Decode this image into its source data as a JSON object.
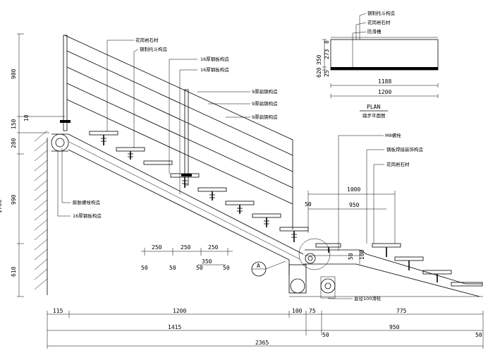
{
  "plan_view": {
    "title": "PLAN",
    "subtitle": "踏步平面图",
    "labels": [
      "钢制托斗构造",
      "花岗岩石材",
      "防滑槽"
    ],
    "dims_vertical": [
      "350",
      "8",
      "273",
      "620",
      "25"
    ],
    "dims_horizontal": [
      "1188",
      "1200"
    ]
  },
  "callouts": {
    "top": [
      "花岗岩石材",
      "钢制托斗构造",
      "16厚钢板构造",
      "16厚钢板构造",
      "9厚扁钢构造",
      "9厚扁钢构造",
      "9厚扁钢构造"
    ],
    "left_low": [
      "膨胀螺栓构造",
      "16厚钢板构造"
    ],
    "right": [
      "M8螺栓",
      "钢板焊接装饰构造",
      "花岗岩石材"
    ],
    "bottom": "直径100滑轮"
  },
  "left_dims": [
    "900",
    "150",
    "10",
    "280",
    "990",
    "610"
  ],
  "left_total": "1700",
  "mid_dims": [
    "250",
    "250",
    "250",
    "350"
  ],
  "mid_dims_below": [
    "50",
    "50",
    "50",
    "50"
  ],
  "right_dims": {
    "d1000": "1000",
    "d50": "50",
    "d950": "950",
    "d100": "100",
    "d50b": "50"
  },
  "section_mark": "A",
  "bottom_dims_row1": [
    "115",
    "1200",
    "100",
    "75",
    "775"
  ],
  "bottom_dims_row2": [
    "1415",
    "50",
    "950",
    "50"
  ],
  "bottom_dims_row3": [
    "2365"
  ]
}
